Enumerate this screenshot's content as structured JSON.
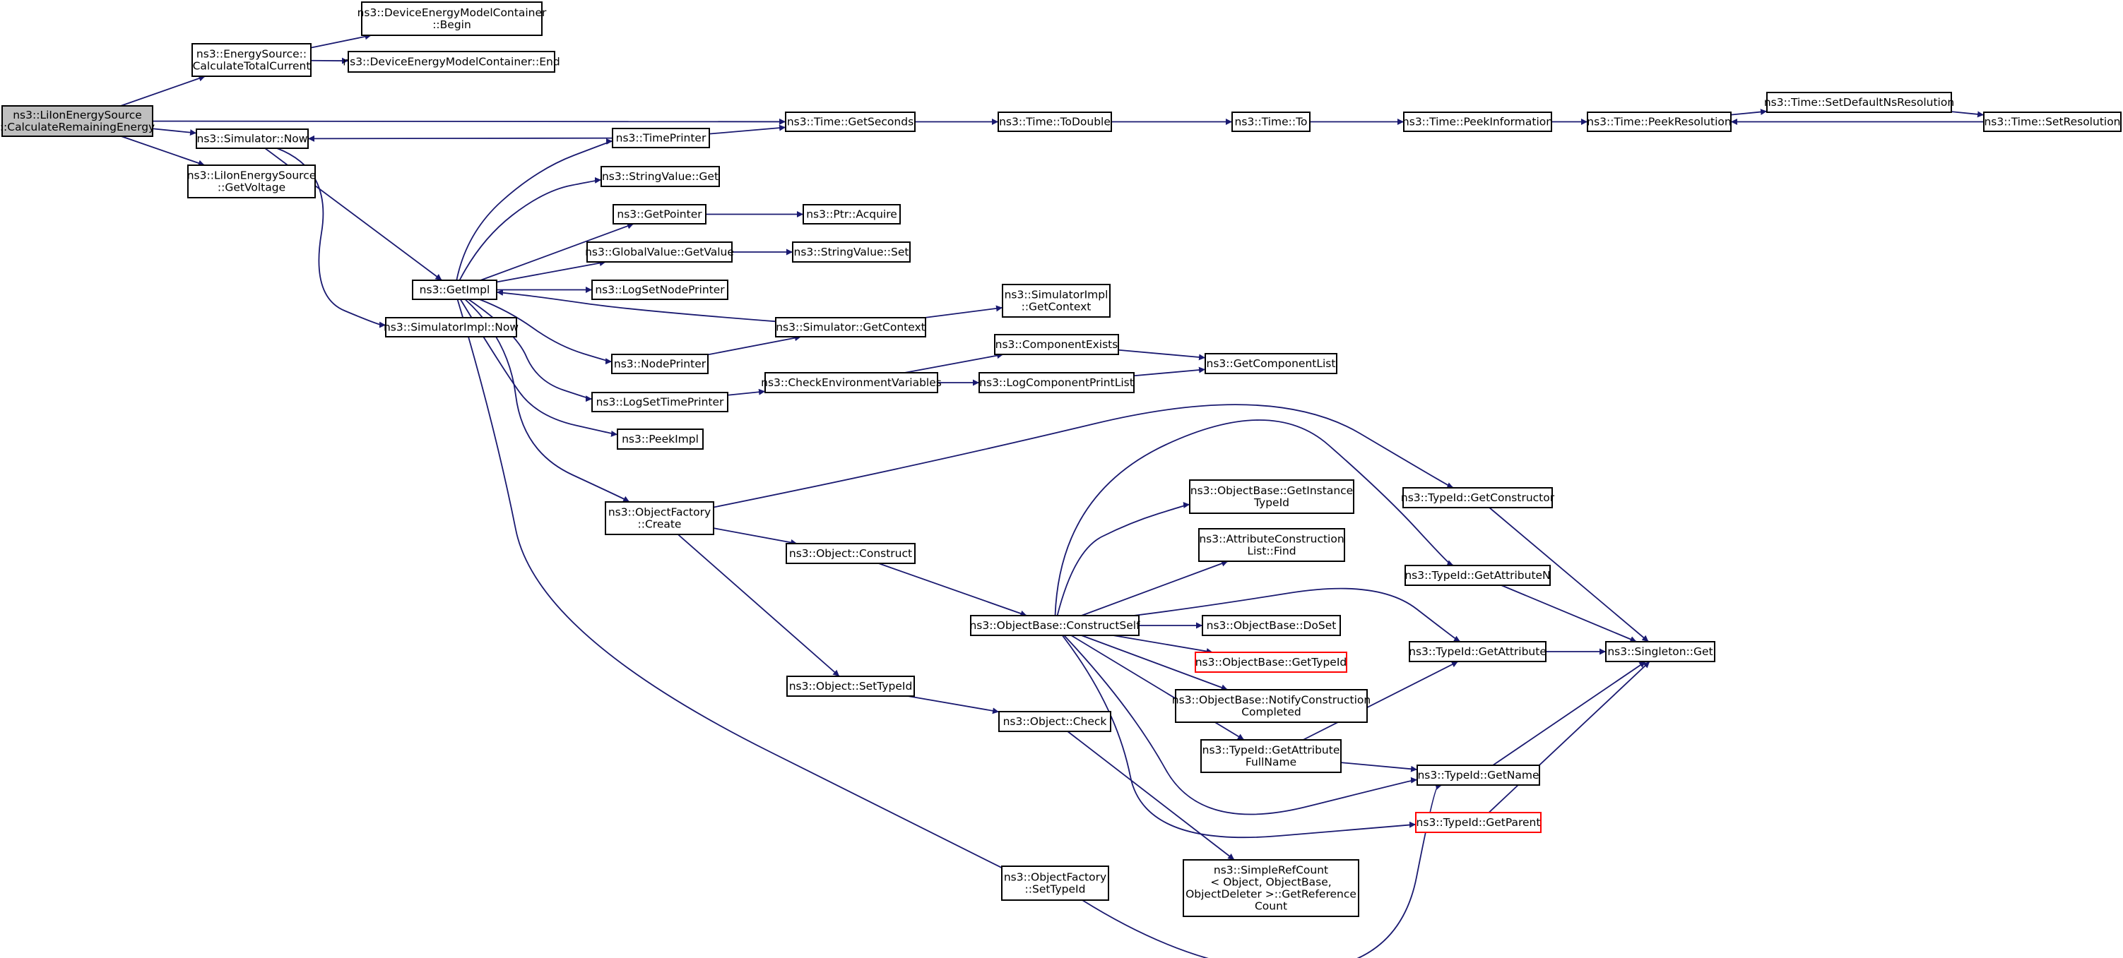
{
  "colors": {
    "edge": "#191970",
    "root_fill": "#bfbfbf",
    "node_fill": "#ffffff",
    "node_border": "#000000",
    "incomplete_border": "#ff0000"
  },
  "nodes": [
    {
      "id": "root",
      "lines": [
        "ns3::LiIonEnergySource",
        "::CalculateRemainingEnergy"
      ],
      "style": "root"
    },
    {
      "id": "calcTotalCurrent",
      "lines": [
        "ns3::EnergySource::",
        "CalculateTotalCurrent"
      ]
    },
    {
      "id": "demcBegin",
      "lines": [
        "ns3::DeviceEnergyModelContainer",
        "::Begin"
      ]
    },
    {
      "id": "demcEnd",
      "lines": [
        "ns3::DeviceEnergyModelContainer::End"
      ]
    },
    {
      "id": "simNow",
      "lines": [
        "ns3::Simulator::Now"
      ]
    },
    {
      "id": "getVoltage",
      "lines": [
        "ns3::LiIonEnergySource",
        "::GetVoltage"
      ]
    },
    {
      "id": "getImpl",
      "lines": [
        "ns3::GetImpl"
      ]
    },
    {
      "id": "simImplNow",
      "lines": [
        "ns3::SimulatorImpl::Now"
      ]
    },
    {
      "id": "timePrinter",
      "lines": [
        "ns3::TimePrinter"
      ]
    },
    {
      "id": "stringValueGet",
      "lines": [
        "ns3::StringValue::Get"
      ]
    },
    {
      "id": "getPointer",
      "lines": [
        "ns3::GetPointer"
      ]
    },
    {
      "id": "ptrAcquire",
      "lines": [
        "ns3::Ptr::Acquire"
      ]
    },
    {
      "id": "globalValueGetValue",
      "lines": [
        "ns3::GlobalValue::GetValue"
      ]
    },
    {
      "id": "stringValueSet",
      "lines": [
        "ns3::StringValue::Set"
      ]
    },
    {
      "id": "logSetNodePrinter",
      "lines": [
        "ns3::LogSetNodePrinter"
      ]
    },
    {
      "id": "simGetContext",
      "lines": [
        "ns3::Simulator::GetContext"
      ]
    },
    {
      "id": "simImplGetContext",
      "lines": [
        "ns3::SimulatorImpl",
        "::GetContext"
      ]
    },
    {
      "id": "nodePrinter",
      "lines": [
        "ns3::NodePrinter"
      ]
    },
    {
      "id": "logSetTimePrinter",
      "lines": [
        "ns3::LogSetTimePrinter"
      ]
    },
    {
      "id": "checkEnvVars",
      "lines": [
        "ns3::CheckEnvironmentVariables"
      ]
    },
    {
      "id": "componentExists",
      "lines": [
        "ns3::ComponentExists"
      ]
    },
    {
      "id": "logComponentPrintList",
      "lines": [
        "ns3::LogComponentPrintList"
      ]
    },
    {
      "id": "getComponentList",
      "lines": [
        "ns3::GetComponentList"
      ]
    },
    {
      "id": "peekImpl",
      "lines": [
        "ns3::PeekImpl"
      ]
    },
    {
      "id": "timeGetSeconds",
      "lines": [
        "ns3::Time::GetSeconds"
      ]
    },
    {
      "id": "timeToDouble",
      "lines": [
        "ns3::Time::ToDouble"
      ]
    },
    {
      "id": "timeTo",
      "lines": [
        "ns3::Time::To"
      ]
    },
    {
      "id": "timePeekInformation",
      "lines": [
        "ns3::Time::PeekInformation"
      ]
    },
    {
      "id": "timePeekResolution",
      "lines": [
        "ns3::Time::PeekResolution"
      ]
    },
    {
      "id": "timeSetDefaultNsRes",
      "lines": [
        "ns3::Time::SetDefaultNsResolution"
      ]
    },
    {
      "id": "timeSetResolution",
      "lines": [
        "ns3::Time::SetResolution"
      ]
    },
    {
      "id": "objectFactoryCreate",
      "lines": [
        "ns3::ObjectFactory",
        "::Create"
      ]
    },
    {
      "id": "objectConstruct",
      "lines": [
        "ns3::Object::Construct"
      ]
    },
    {
      "id": "objectSetTypeId",
      "lines": [
        "ns3::Object::SetTypeId"
      ]
    },
    {
      "id": "objectCheck",
      "lines": [
        "ns3::Object::Check"
      ]
    },
    {
      "id": "objectFactorySetTypeId",
      "lines": [
        "ns3::ObjectFactory",
        "::SetTypeId"
      ]
    },
    {
      "id": "constructSelf",
      "lines": [
        "ns3::ObjectBase::ConstructSelf"
      ]
    },
    {
      "id": "getInstanceTypeId",
      "lines": [
        "ns3::ObjectBase::GetInstance",
        "TypeId"
      ]
    },
    {
      "id": "attrConstructionFind",
      "lines": [
        "ns3::AttributeConstruction",
        "List::Find"
      ]
    },
    {
      "id": "objectBaseDoSet",
      "lines": [
        "ns3::ObjectBase::DoSet"
      ]
    },
    {
      "id": "objectBaseGetTypeId",
      "lines": [
        "ns3::ObjectBase::GetTypeId"
      ],
      "style": "incomplete"
    },
    {
      "id": "notifyConstructionCompleted",
      "lines": [
        "ns3::ObjectBase::NotifyConstruction",
        "Completed"
      ]
    },
    {
      "id": "typeIdGetAttrFullName",
      "lines": [
        "ns3::TypeId::GetAttribute",
        "FullName"
      ]
    },
    {
      "id": "simpleRefCount",
      "lines": [
        "ns3::SimpleRefCount",
        "< Object, ObjectBase,",
        "ObjectDeleter >::GetReference",
        "Count"
      ]
    },
    {
      "id": "typeIdGetConstructor",
      "lines": [
        "ns3::TypeId::GetConstructor"
      ]
    },
    {
      "id": "typeIdGetAttributeN",
      "lines": [
        "ns3::TypeId::GetAttributeN"
      ]
    },
    {
      "id": "typeIdGetAttribute",
      "lines": [
        "ns3::TypeId::GetAttribute"
      ]
    },
    {
      "id": "singletonGet",
      "lines": [
        "ns3::Singleton::Get"
      ]
    },
    {
      "id": "typeIdGetName",
      "lines": [
        "ns3::TypeId::GetName"
      ]
    },
    {
      "id": "typeIdGetParent",
      "lines": [
        "ns3::TypeId::GetParent"
      ],
      "style": "incomplete"
    }
  ],
  "edges": [
    [
      "root",
      "calcTotalCurrent"
    ],
    [
      "root",
      "simNow"
    ],
    [
      "root",
      "getVoltage"
    ],
    [
      "root",
      "timeGetSeconds"
    ],
    [
      "calcTotalCurrent",
      "demcBegin"
    ],
    [
      "calcTotalCurrent",
      "demcEnd"
    ],
    [
      "simNow",
      "getImpl"
    ],
    [
      "simNow",
      "simImplNow"
    ],
    [
      "timePrinter",
      "simNow"
    ],
    [
      "timePrinter",
      "timeGetSeconds"
    ],
    [
      "getImpl",
      "timePrinter"
    ],
    [
      "getImpl",
      "stringValueGet"
    ],
    [
      "getImpl",
      "getPointer"
    ],
    [
      "getImpl",
      "globalValueGetValue"
    ],
    [
      "getImpl",
      "logSetNodePrinter"
    ],
    [
      "getImpl",
      "nodePrinter"
    ],
    [
      "getImpl",
      "logSetTimePrinter"
    ],
    [
      "getImpl",
      "peekImpl"
    ],
    [
      "getImpl",
      "objectFactoryCreate"
    ],
    [
      "getImpl",
      "objectFactorySetTypeId"
    ],
    [
      "simGetContext",
      "getImpl"
    ],
    [
      "simGetContext",
      "simImplGetContext"
    ],
    [
      "nodePrinter",
      "simGetContext"
    ],
    [
      "getPointer",
      "ptrAcquire"
    ],
    [
      "globalValueGetValue",
      "stringValueSet"
    ],
    [
      "logSetTimePrinter",
      "checkEnvVars"
    ],
    [
      "checkEnvVars",
      "componentExists"
    ],
    [
      "checkEnvVars",
      "logComponentPrintList"
    ],
    [
      "componentExists",
      "getComponentList"
    ],
    [
      "logComponentPrintList",
      "getComponentList"
    ],
    [
      "timeGetSeconds",
      "timeToDouble"
    ],
    [
      "timeToDouble",
      "timeTo"
    ],
    [
      "timeTo",
      "timePeekInformation"
    ],
    [
      "timePeekInformation",
      "timePeekResolution"
    ],
    [
      "timePeekResolution",
      "timeSetDefaultNsRes"
    ],
    [
      "timeSetDefaultNsRes",
      "timeSetResolution"
    ],
    [
      "timeSetResolution",
      "timePeekResolution"
    ],
    [
      "objectFactoryCreate",
      "objectConstruct"
    ],
    [
      "objectFactoryCreate",
      "objectSetTypeId"
    ],
    [
      "objectFactoryCreate",
      "typeIdGetConstructor"
    ],
    [
      "objectConstruct",
      "constructSelf"
    ],
    [
      "objectSetTypeId",
      "objectCheck"
    ],
    [
      "objectCheck",
      "simpleRefCount"
    ],
    [
      "objectFactorySetTypeId",
      "typeIdGetName"
    ],
    [
      "constructSelf",
      "getInstanceTypeId"
    ],
    [
      "constructSelf",
      "attrConstructionFind"
    ],
    [
      "constructSelf",
      "objectBaseDoSet"
    ],
    [
      "constructSelf",
      "objectBaseGetTypeId"
    ],
    [
      "constructSelf",
      "notifyConstructionCompleted"
    ],
    [
      "constructSelf",
      "typeIdGetAttrFullName"
    ],
    [
      "constructSelf",
      "typeIdGetAttributeN"
    ],
    [
      "constructSelf",
      "typeIdGetAttribute"
    ],
    [
      "constructSelf",
      "typeIdGetName"
    ],
    [
      "constructSelf",
      "typeIdGetParent"
    ],
    [
      "typeIdGetAttrFullName",
      "typeIdGetAttribute"
    ],
    [
      "typeIdGetAttrFullName",
      "typeIdGetName"
    ],
    [
      "typeIdGetConstructor",
      "singletonGet"
    ],
    [
      "typeIdGetAttributeN",
      "singletonGet"
    ],
    [
      "typeIdGetAttribute",
      "singletonGet"
    ],
    [
      "typeIdGetName",
      "singletonGet"
    ],
    [
      "typeIdGetParent",
      "singletonGet"
    ]
  ]
}
